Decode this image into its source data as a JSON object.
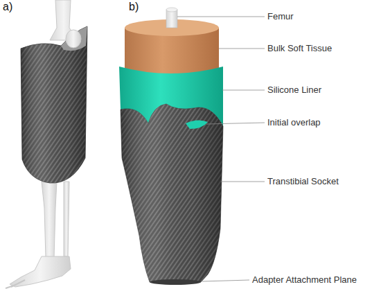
{
  "diagram": {
    "labels": [
      "a)",
      "b)",
      "Femur",
      "Bulk Soft Tissue",
      "Silicone Liner",
      "Initial overlap",
      "Transtibial Socket",
      "Adapter Attachment Plane"
    ]
  }
}
